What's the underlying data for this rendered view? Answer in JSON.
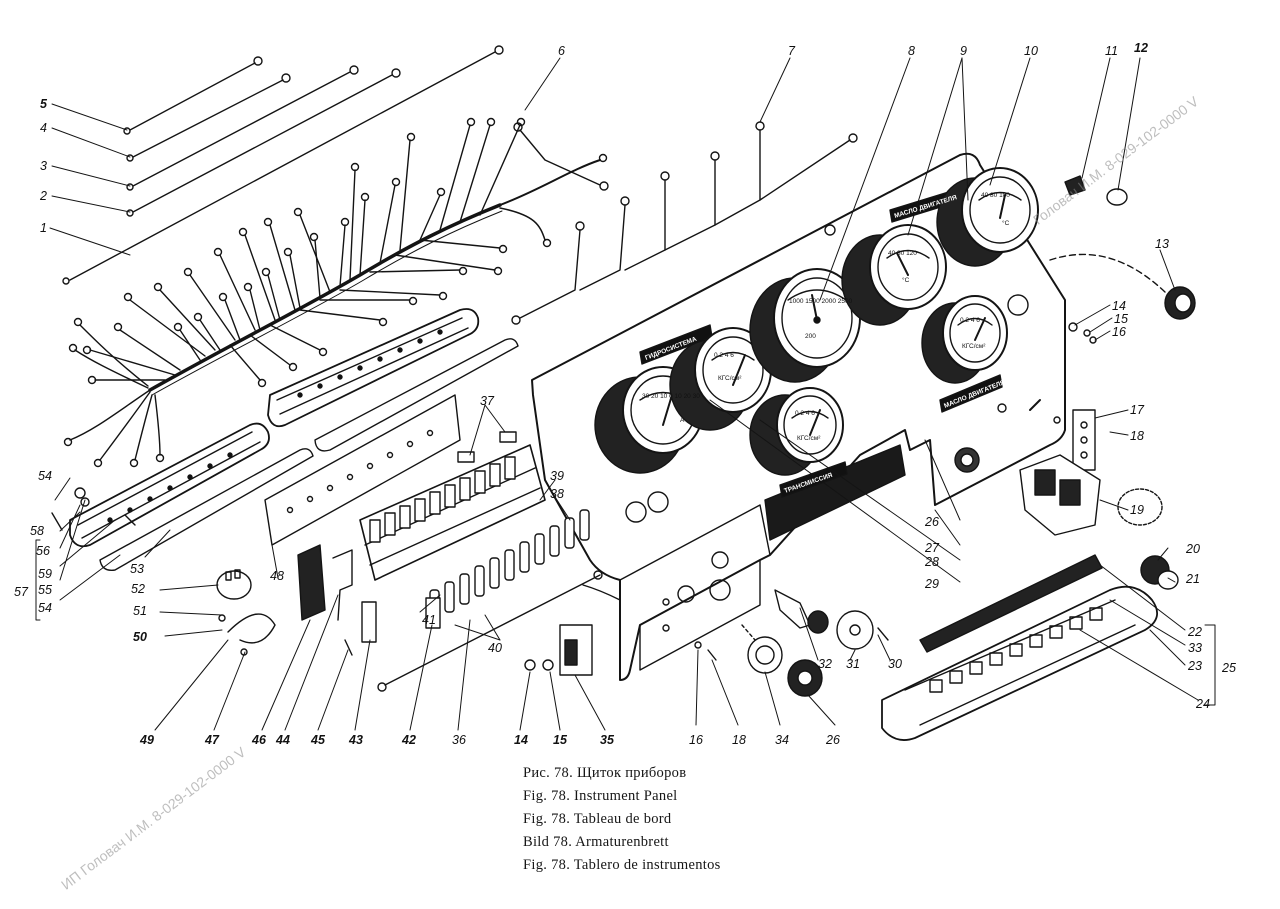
{
  "figure": {
    "caption": {
      "ru": "Рис. 78. Щиток приборов",
      "en": "Fig. 78. Instrument Panel",
      "fr": "Fig. 78. Tableau de bord",
      "de": "Bild 78. Armaturenbrett",
      "es": "Fig. 78. Tablero de instrumentos"
    },
    "watermark": "ИП Головач И.М. 8-029-102-0000 V",
    "watermark_top": "Головач И.М. 8-029-102-0000 V"
  },
  "gauges": {
    "ammeter": {
      "face": "A",
      "scale": "30 20 10 0 10 20 30"
    },
    "tractor_meter": {
      "face": "КГС/см²",
      "scale": "0 2 4 6"
    },
    "tachometer": {
      "face": "200",
      "scale": "1000 1500 2000 2500"
    },
    "hydro_pressure": {
      "face": "КГС/см²",
      "scale": "0 2 4 6"
    },
    "oil_temp": {
      "face": "°C",
      "scale": "40 80 120"
    },
    "water_temp": {
      "face": "°C",
      "scale": "40 80 100"
    },
    "oil_pressure": {
      "face": "КГС/см²",
      "scale": "0 2 4 6"
    }
  },
  "plates": {
    "hydro": "ГИДРОСИСТЕМА",
    "engine_oil": "МАСЛО ДВИГАТЕЛЯ",
    "engine_oil_2": "МАСЛО ДВИГАТЕЛЯ",
    "transmission": "ТРАНСМИССИЯ"
  },
  "callouts": {
    "n1": "1",
    "n2": "2",
    "n3": "3",
    "n4": "4",
    "n5": "5",
    "n6": "6",
    "n7": "7",
    "n8": "8",
    "n9": "9",
    "n10": "10",
    "n11": "11",
    "n12": "12",
    "n13": "13",
    "n14a": "14",
    "n15a": "15",
    "n16a": "16",
    "n17": "17",
    "n18a": "18",
    "n19": "19",
    "n20": "20",
    "n21": "21",
    "n22": "22",
    "n33": "33",
    "n23": "23",
    "n25": "25",
    "n24": "24",
    "n26a": "26",
    "n27": "27",
    "n28": "28",
    "n29": "29",
    "n30": "30",
    "n31": "31",
    "n32": "32",
    "n34": "34",
    "n26b": "26",
    "n18b": "18",
    "n16b": "16",
    "n35": "35",
    "n15b": "15",
    "n14b": "14",
    "n36": "36",
    "n40": "40",
    "n41": "41",
    "n42": "42",
    "n43": "43",
    "n45": "45",
    "n44": "44",
    "n46": "46",
    "n47": "47",
    "n49": "49",
    "n50": "50",
    "n51": "51",
    "n52": "52",
    "n48": "48",
    "n37": "37",
    "n38": "38",
    "n39": "39",
    "n53": "53",
    "n54a": "54",
    "n58": "58",
    "n56": "56",
    "n59": "59",
    "n55": "55",
    "n54b": "54",
    "n57": "57"
  }
}
